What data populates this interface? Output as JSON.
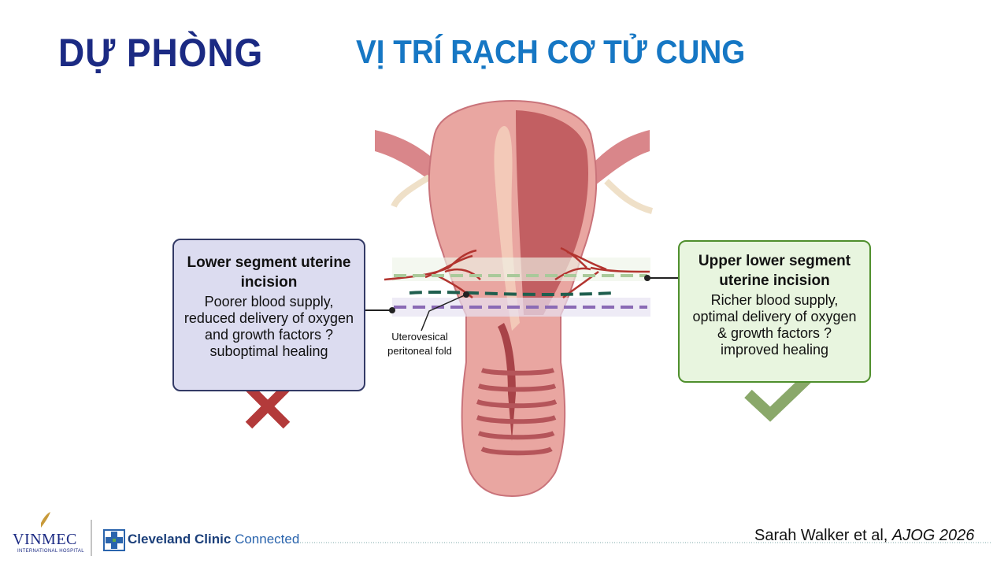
{
  "slide": {
    "title_left": "DỰ PHÒNG",
    "title_right": "VỊ TRÍ RẠCH CƠ TỬ CUNG"
  },
  "left_box": {
    "title": "Lower segment uterine incision",
    "body": "Poorer blood supply, reduced delivery of oxygen and growth factors ?suboptimal healing",
    "icon": "cross-icon",
    "color": "#b33a3a"
  },
  "right_box": {
    "title": "Upper lower segment uterine incision",
    "body": "Richer blood supply, optimal delivery of oxygen & growth factors ? improved healing",
    "icon": "check-icon",
    "color": "#8aa86a"
  },
  "diagram": {
    "fold_label": "Uterovesical peritoneal fold",
    "line_colors": {
      "upper_lower_segment": "#a9c99a",
      "uterovesical_fold": "#1f5e4e",
      "lower_segment": "#8a6ab5"
    }
  },
  "footer": {
    "citation_authors": "Sarah Walker et al,",
    "citation_journal": "AJOG 2026",
    "logo_vinmec": "VINMEC",
    "logo_vinmec_sub": "INTERNATIONAL HOSPITAL",
    "logo_cc_main": "Cleveland Clinic",
    "logo_cc_sub": "Connected"
  }
}
